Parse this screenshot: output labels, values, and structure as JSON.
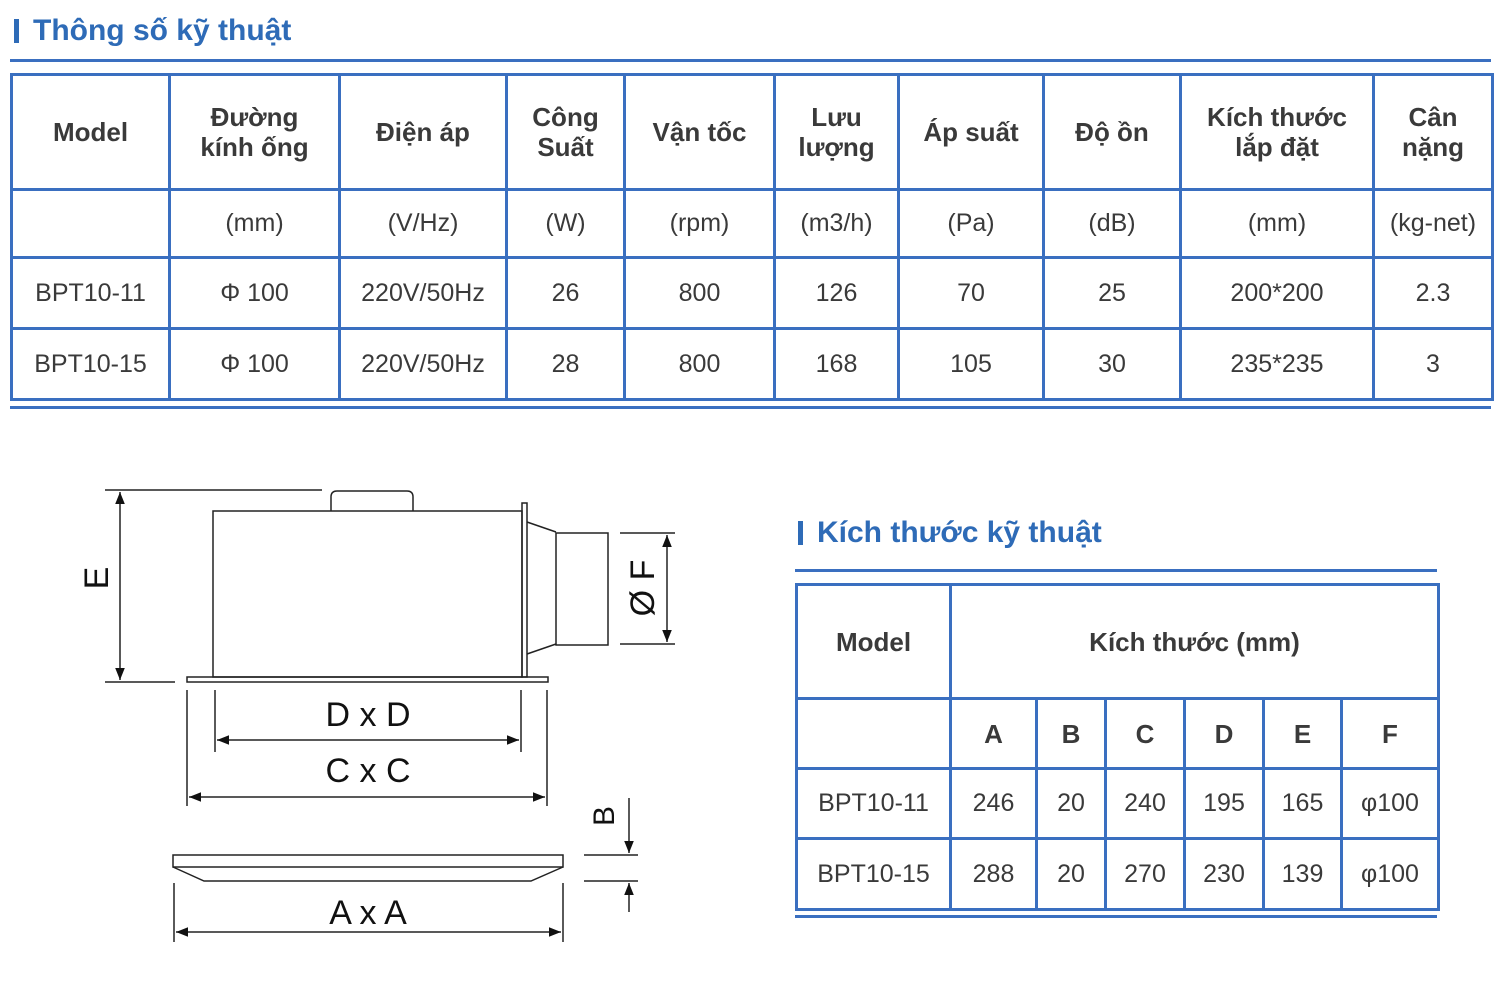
{
  "section1": {
    "title": "Thông số kỹ thuật",
    "headers": [
      "Model",
      "Đường kính ống",
      "Điện áp",
      "Công Suất",
      "Vận tốc",
      "Lưu lượng",
      "Áp suất",
      "Độ ồn",
      "Kích thước lắp đặt",
      "Cân nặng"
    ],
    "header_lines": [
      [
        "Model"
      ],
      [
        "Đường",
        "kính ống"
      ],
      [
        "Điện áp"
      ],
      [
        "Công",
        "Suất"
      ],
      [
        "Vận tốc"
      ],
      [
        "Lưu",
        "lượng"
      ],
      [
        "Áp suất"
      ],
      [
        "Độ ồn"
      ],
      [
        "Kích thước",
        "lắp đặt"
      ],
      [
        "Cân",
        "nặng"
      ]
    ],
    "units": [
      "",
      "(mm)",
      "(V/Hz)",
      "(W)",
      "(rpm)",
      "(m3/h)",
      "(Pa)",
      "(dB)",
      "(mm)",
      "(kg-net)"
    ],
    "rows": [
      [
        "BPT10-11",
        "Φ 100",
        "220V/50Hz",
        "26",
        "800",
        "126",
        "70",
        "25",
        "200*200",
        "2.3"
      ],
      [
        "BPT10-15",
        "Φ 100",
        "220V/50Hz",
        "28",
        "800",
        "168",
        "105",
        "30",
        "235*235",
        "3"
      ]
    ]
  },
  "section2": {
    "title": "Kích thước kỹ thuật",
    "model_header": "Model",
    "size_header": "Kích thước (mm)",
    "columns": [
      "A",
      "B",
      "C",
      "D",
      "E",
      "F"
    ],
    "rows": [
      [
        "BPT10-11",
        "246",
        "20",
        "240",
        "195",
        "165",
        "φ100"
      ],
      [
        "BPT10-15",
        "288",
        "20",
        "270",
        "230",
        "139",
        "φ100"
      ]
    ]
  },
  "diagram": {
    "labels": {
      "E": "E",
      "F": "Ø F",
      "DxD": "D x D",
      "CxC": "C x C",
      "B": "B",
      "AxA": "A x A"
    }
  }
}
